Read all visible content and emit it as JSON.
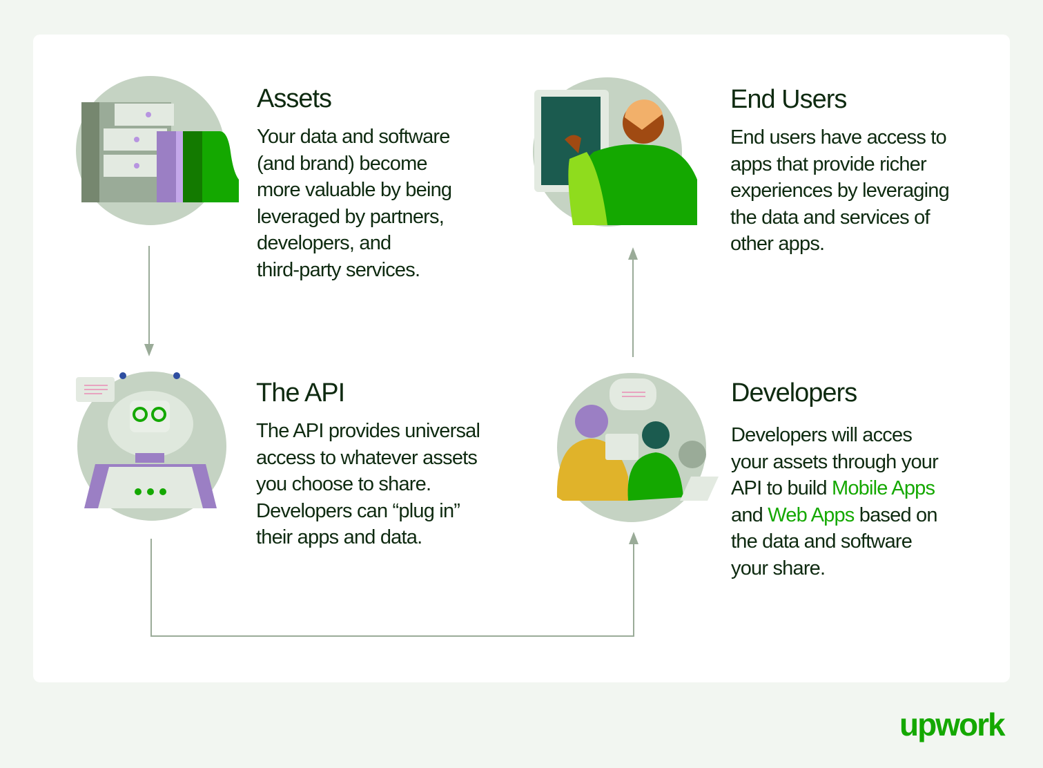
{
  "sections": {
    "assets": {
      "title": "Assets",
      "lines": [
        "Your data and software",
        "(and brand) become",
        "more valuable by being",
        "leveraged  by partners,",
        "developers, and",
        "third-party services."
      ]
    },
    "end_users": {
      "title": "End Users",
      "lines": [
        "End users have access to",
        "apps that provide richer",
        "experiences by leveraging",
        "the data and services of",
        "other apps."
      ]
    },
    "api": {
      "title": "The API",
      "lines": [
        "The API provides universal",
        "access to whatever assets",
        "you  choose to share.",
        "Developers can “plug in”",
        "their apps and data."
      ]
    },
    "developers": {
      "title": "Developers",
      "line1": "Developers will acces",
      "line2": "your assets through your",
      "line3_pre": "API to build ",
      "line3_hl": "Mobile Apps",
      "line4_pre": "and ",
      "line4_hl": "Web Apps",
      "line4_post": " based on",
      "line5": "the data and software",
      "line6": "your share."
    }
  },
  "brand": {
    "logo": "upwork",
    "accent": "#14a800"
  }
}
